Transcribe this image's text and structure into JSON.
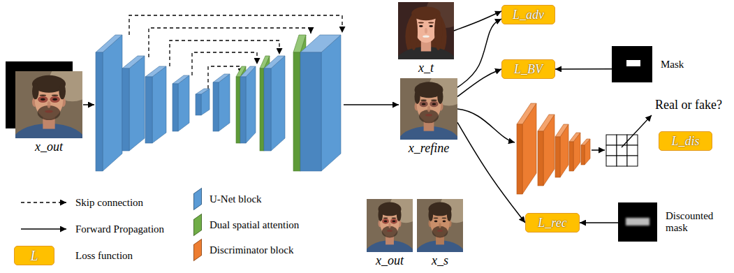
{
  "diagram": {
    "nodes": [
      {
        "text": [
          "x_out"
        ]
      },
      {
        "text": [
          "x_t"
        ]
      },
      {
        "text": [
          "L_adv"
        ]
      },
      {
        "text": [
          "L_BV"
        ]
      },
      {
        "text": [
          "Mask"
        ]
      },
      {
        "text": [
          "x_refine"
        ]
      },
      {
        "text": [
          "L_dis"
        ]
      },
      {
        "text": [
          "x_out"
        ]
      },
      {
        "text": [
          "x_s"
        ]
      },
      {
        "text": [
          "L_rec"
        ]
      },
      {
        "text": [
          "Discounted mask"
        ]
      }
    ],
    "edges": [
      {
        "from": 1,
        "to": 2,
        "arrow": "to"
      },
      {
        "from": 5,
        "to": 2,
        "arrow": "to"
      },
      {
        "from": 5,
        "to": 3,
        "arrow": "to"
      },
      {
        "from": 4,
        "to": 3,
        "arrow": "to"
      },
      {
        "from": 5,
        "to": 9,
        "arrow": "to"
      },
      {
        "from": 10,
        "to": 9,
        "arrow": "to"
      }
    ],
    "labels": [
      "Real or fake?",
      "L"
    ],
    "legend": [
      {
        "text": "Skip connection"
      },
      {
        "text": "Forward Propagation"
      },
      {
        "text": "Loss function",
        "color": "#FFC000"
      },
      {
        "text": "U-Net block",
        "color": "#5B9BD5"
      },
      {
        "text": "Dual spatial attention",
        "color": "#70AD47"
      },
      {
        "text": "Discriminator block",
        "color": "#ED7D31"
      }
    ]
  }
}
